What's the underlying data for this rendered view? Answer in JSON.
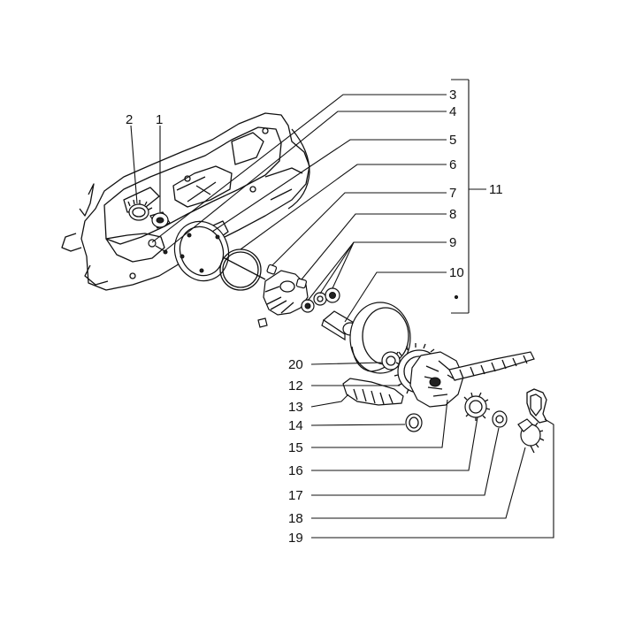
{
  "labels": {
    "l1": "1",
    "l2": "2",
    "l3": "3",
    "l4": "4",
    "l5": "5",
    "l6": "6",
    "l7": "7",
    "l8": "8",
    "l9": "9",
    "l10": "10",
    "l11": "11",
    "l12": "12",
    "l13": "13",
    "l14": "14",
    "l15": "15",
    "l16": "16",
    "l17": "17",
    "l18": "18",
    "l19": "19",
    "l20": "20"
  },
  "colors": {
    "ink": "#111111",
    "background": "#ffffff"
  }
}
